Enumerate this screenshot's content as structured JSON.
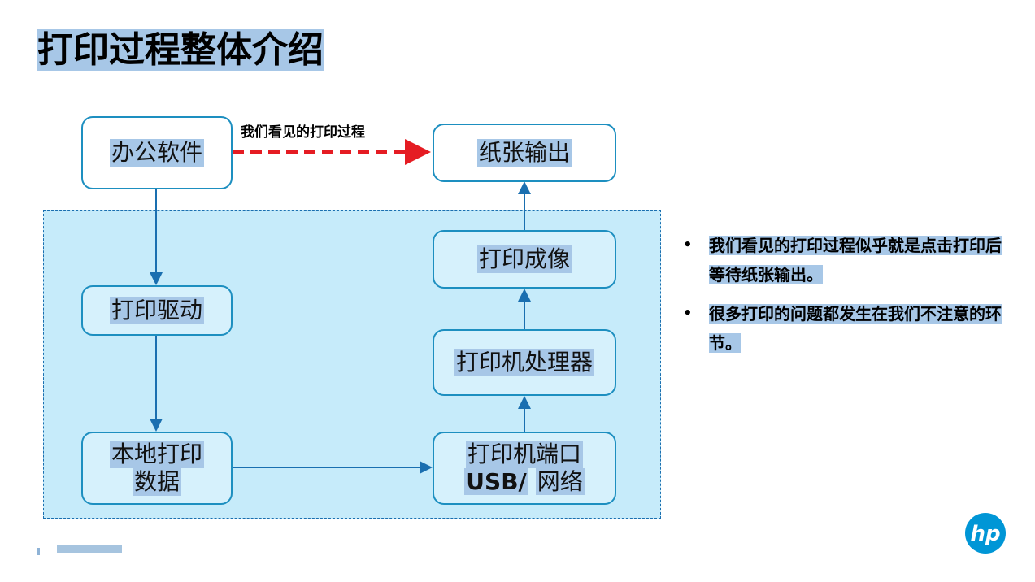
{
  "title": "打印过程整体介绍",
  "diagram": {
    "arrow_label": "我们看见的打印过程",
    "boxes": {
      "office_software": "办公软件",
      "paper_output": "纸张输出",
      "print_driver": "打印驱动",
      "print_imaging": "打印成像",
      "printer_processor": "打印机处理器",
      "local_print_data_line1": "本地打印",
      "local_print_data_line2": "数据",
      "printer_port_line1": "打印机端口",
      "printer_port_line2_a": "USB/",
      "printer_port_line2_b": "网络"
    }
  },
  "bullets": [
    "我们看见的打印过程似乎就是点击打印后等待纸张输出。",
    "很多打印的问题都发生在我们不注意的环节。"
  ],
  "bullet_symbol": "•",
  "logo": {
    "text": "hp",
    "icon": "hp-logo-icon"
  },
  "colors": {
    "accent_blue": "#1d8fc0",
    "dashed_region_fill": "#c6ebfa",
    "highlight": "#a7c7e7",
    "dashed_arrow": "#e51c23",
    "hp_logo": "#0096d6"
  }
}
